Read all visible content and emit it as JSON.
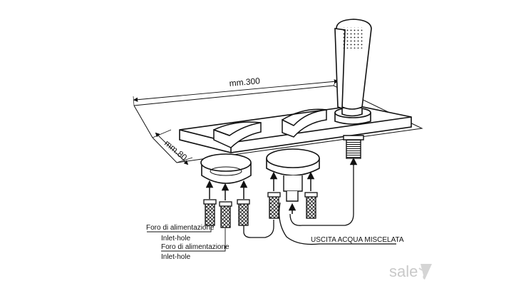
{
  "dimensions": {
    "length": "mm.300",
    "width": "mm.80"
  },
  "labels": {
    "inlet_1_it": "Foro di alimentazione",
    "inlet_1_en": "Inlet-hole",
    "inlet_2_it": "Foro di alimentazione",
    "inlet_2_en": "Inlet-hole",
    "outlet": "USCITA ACQUA MISCELATA"
  },
  "watermark": {
    "text": "sale"
  },
  "colors": {
    "line": "#111111",
    "watermark": "#c9c9c9"
  }
}
